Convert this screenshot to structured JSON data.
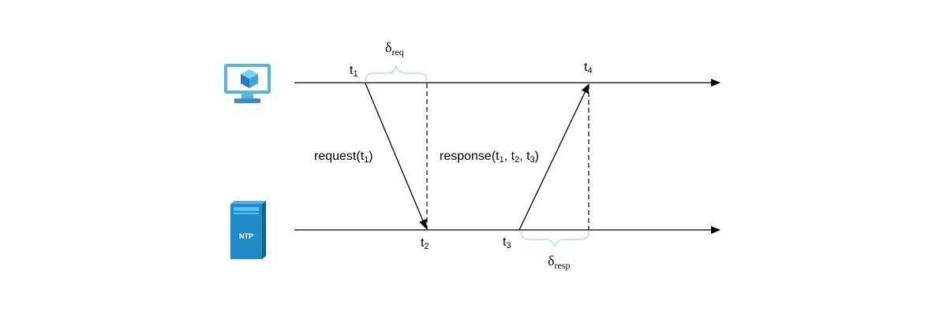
{
  "icons": {
    "client": "vm-monitor-icon",
    "server": "ntp-server-icon",
    "server_label": "NTP"
  },
  "timestamps": {
    "t1": {
      "base": "t",
      "sub": "1"
    },
    "t2": {
      "base": "t",
      "sub": "2"
    },
    "t3": {
      "base": "t",
      "sub": "3"
    },
    "t4": {
      "base": "t",
      "sub": "4"
    }
  },
  "delays": {
    "req": {
      "symbol": "δ",
      "sub": "req"
    },
    "resp": {
      "symbol": "δ",
      "sub": "resp"
    }
  },
  "messages": {
    "request": {
      "name": "request(t",
      "sub1": "1",
      "close": ")"
    },
    "response": {
      "name": "response(t",
      "sub1": "1",
      "sep1": ", t",
      "sub2": "2",
      "sep2": ", t",
      "sub3": "3",
      "close": ")"
    }
  },
  "colors": {
    "line": "#000000",
    "brace": "#b9dcf5",
    "monitor": "#59b4d9",
    "server": "#1e8bc7"
  }
}
